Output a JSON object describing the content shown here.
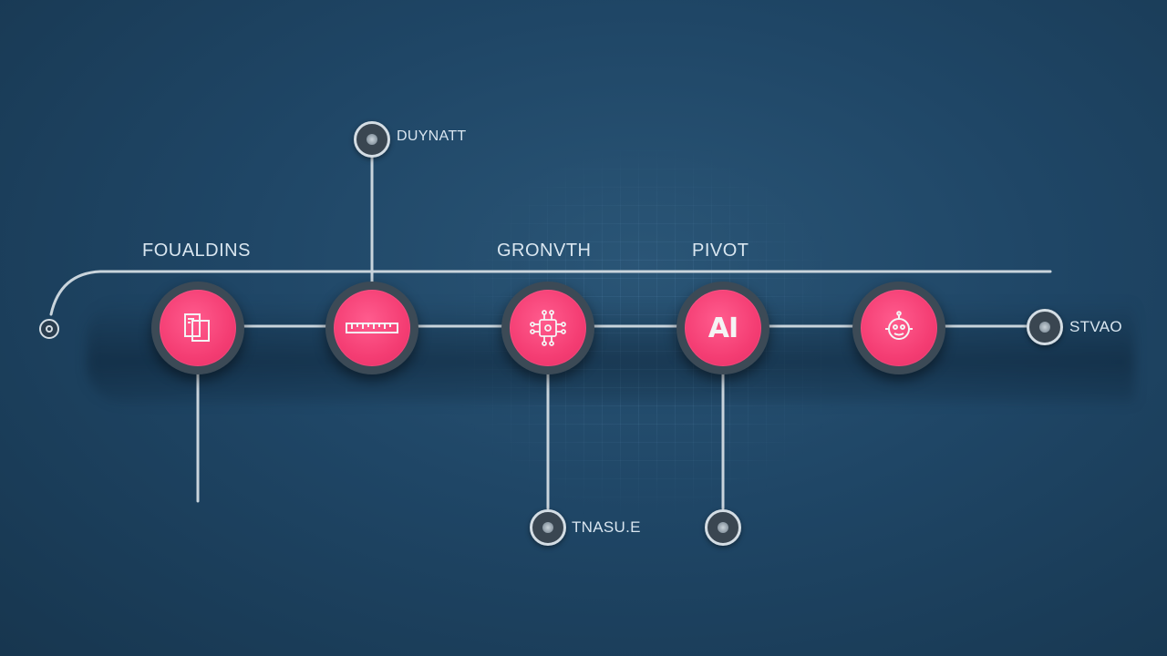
{
  "labels": {
    "founding": "FOUALDINS",
    "growth": "GRONVTH",
    "pivot": "PIVOT"
  },
  "markers": {
    "top": "DUYNATT",
    "right": "STVAO",
    "bottom": "TNASU.E"
  },
  "nodes": [
    {
      "name": "founding-node",
      "icon": "documents-icon"
    },
    {
      "name": "milestone-node",
      "icon": "ruler-icon"
    },
    {
      "name": "growth-node",
      "icon": "circuit-chip-icon"
    },
    {
      "name": "pivot-node",
      "icon": "ai-text-icon",
      "text": "AI"
    },
    {
      "name": "future-node",
      "icon": "robot-icon"
    }
  ],
  "colors": {
    "background": "#1f4666",
    "node_fill": "#f43d73",
    "node_ring": "#3c4a56",
    "line": "#c9d4dc",
    "text": "#d9e6f0"
  }
}
